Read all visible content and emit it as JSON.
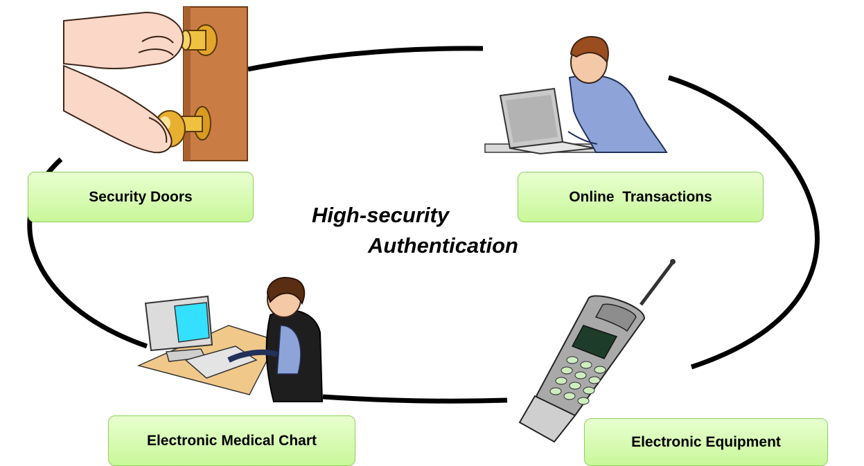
{
  "center": {
    "line1": "High-security",
    "line2": "Authentication"
  },
  "nodes": {
    "security_doors": "Security Doors",
    "online_transactions": "Online  Transactions",
    "electronic_medical_chart": "Electronic Medical Chart",
    "electronic_equipment": "Electronic Equipment"
  },
  "colors": {
    "box_fill": "#d4fbaa",
    "box_border": "#8fcf5a",
    "cycle_line": "#000000"
  }
}
